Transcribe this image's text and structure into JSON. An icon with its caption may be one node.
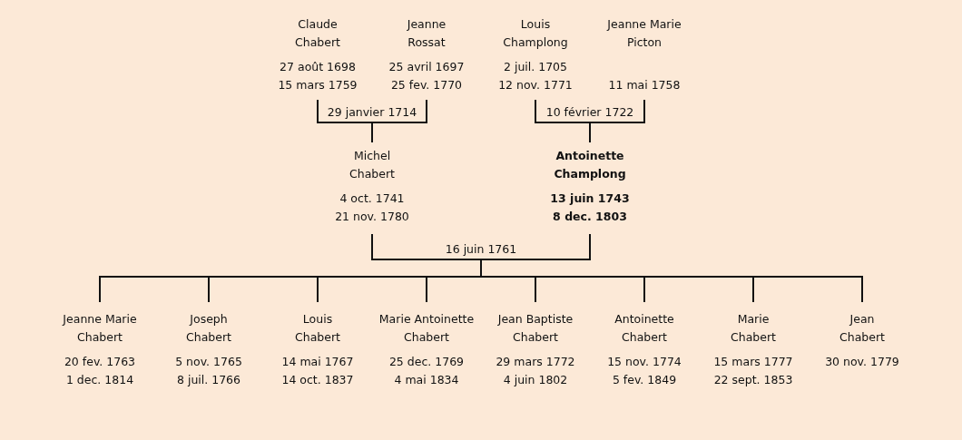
{
  "diagram": {
    "nodes": [
      {
        "text": [
          "Claude Chabert",
          "27 août 1698",
          "15 mars 1759"
        ]
      },
      {
        "text": [
          "Jeanne Rossat",
          "25 avril 1697",
          "25 fev. 1770"
        ]
      },
      {
        "text": [
          "Louis Champlong",
          "2 juil. 1705",
          "12 nov. 1771"
        ]
      },
      {
        "text": [
          "Jeanne Marie Picton",
          "11 mai 1758"
        ]
      },
      {
        "text": [
          "Michel Chabert",
          "4 oct. 1741",
          "21 nov. 1780"
        ]
      },
      {
        "text": [
          "Antoinette Champlong",
          "13 juin 1743",
          "8 dec. 1803"
        ]
      },
      {
        "text": [
          "Jeanne Marie Chabert",
          "20 fev. 1763",
          "1 dec. 1814"
        ]
      },
      {
        "text": [
          "Joseph Chabert",
          "5 nov. 1765",
          "8 juil. 1766"
        ]
      },
      {
        "text": [
          "Louis Chabert",
          "14 mai 1767",
          "14 oct. 1837"
        ]
      },
      {
        "text": [
          "Marie Antoinette Chabert",
          "25 dec. 1769",
          "4 mai 1834"
        ]
      },
      {
        "text": [
          "Jean Baptiste Chabert",
          "29 mars 1772",
          "4 juin 1802"
        ]
      },
      {
        "text": [
          "Antoinette Chabert",
          "15 nov. 1774",
          "5 fev. 1849"
        ]
      },
      {
        "text": [
          "Marie Chabert",
          "15 mars 1777",
          "22 sept. 1853"
        ]
      },
      {
        "text": [
          "Jean Chabert",
          "30 nov. 1779"
        ]
      }
    ],
    "edges": [
      {
        "from": 0,
        "to": 4,
        "arrow": "none",
        "label": "29 janvier 1714"
      },
      {
        "from": 1,
        "to": 4,
        "arrow": "none"
      },
      {
        "from": 2,
        "to": 5,
        "arrow": "none",
        "label": "10 février 1722"
      },
      {
        "from": 3,
        "to": 5,
        "arrow": "none"
      },
      {
        "from": 4,
        "to": 6,
        "arrow": "none",
        "label": "16 juin 1761"
      },
      {
        "from": 5,
        "to": 6,
        "arrow": "none"
      },
      {
        "from": 4,
        "to": 7,
        "arrow": "none"
      },
      {
        "from": 5,
        "to": 7,
        "arrow": "none"
      },
      {
        "from": 4,
        "to": 8,
        "arrow": "none"
      },
      {
        "from": 5,
        "to": 8,
        "arrow": "none"
      },
      {
        "from": 4,
        "to": 9,
        "arrow": "none"
      },
      {
        "from": 5,
        "to": 9,
        "arrow": "none"
      },
      {
        "from": 4,
        "to": 10,
        "arrow": "none"
      },
      {
        "from": 5,
        "to": 10,
        "arrow": "none"
      },
      {
        "from": 4,
        "to": 11,
        "arrow": "none"
      },
      {
        "from": 5,
        "to": 11,
        "arrow": "none"
      },
      {
        "from": 4,
        "to": 12,
        "arrow": "none"
      },
      {
        "from": 5,
        "to": 12,
        "arrow": "none"
      },
      {
        "from": 4,
        "to": 13,
        "arrow": "none"
      },
      {
        "from": 5,
        "to": 13,
        "arrow": "none"
      }
    ]
  }
}
